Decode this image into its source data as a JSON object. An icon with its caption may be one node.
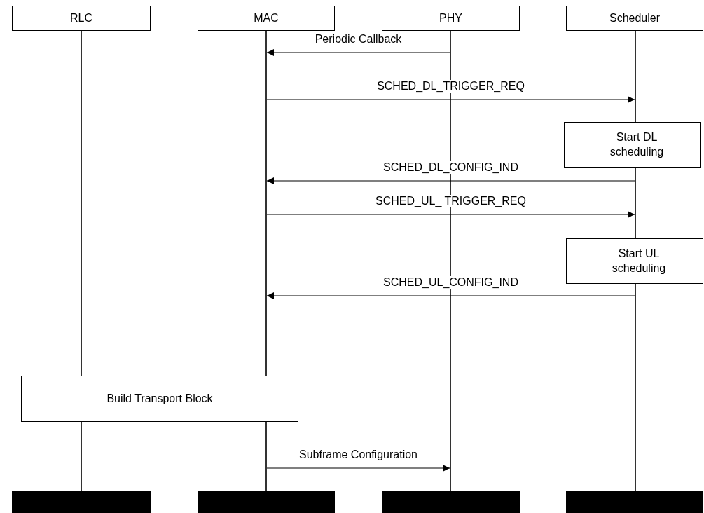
{
  "diagram": {
    "nodes": [
      {
        "text": [
          "RLC"
        ]
      },
      {
        "text": [
          "MAC"
        ]
      },
      {
        "text": [
          "PHY"
        ]
      },
      {
        "text": [
          "Scheduler"
        ]
      },
      {
        "text": [
          "Start DL scheduling"
        ]
      },
      {
        "text": [
          "Start UL scheduling"
        ]
      },
      {
        "text": [
          "Build Transport Block"
        ]
      },
      {
        "text": [],
        "shape": "bar"
      },
      {
        "text": [],
        "shape": "bar"
      },
      {
        "text": [],
        "shape": "bar"
      },
      {
        "text": [],
        "shape": "bar"
      },
      {
        "text": [],
        "shape": "line"
      },
      {
        "text": [],
        "shape": "line"
      },
      {
        "text": [],
        "shape": "line"
      },
      {
        "text": [],
        "shape": "line"
      }
    ],
    "edges": [
      {
        "from": 13,
        "to": 12,
        "arrow": "to",
        "label": "Periodic Callback"
      },
      {
        "from": 12,
        "to": 14,
        "arrow": "to",
        "label": "SCHED_DL_TRIGGER_REQ"
      },
      {
        "from": 14,
        "to": 12,
        "arrow": "to",
        "label": "SCHED_DL_CONFIG_IND"
      },
      {
        "from": 12,
        "to": 14,
        "arrow": "to",
        "label": "SCHED_UL_ TRIGGER_REQ"
      },
      {
        "from": 14,
        "to": 12,
        "arrow": "to",
        "label": "SCHED_UL_CONFIG_IND"
      },
      {
        "from": 12,
        "to": 13,
        "arrow": "to",
        "label": "Subframe Configuration"
      }
    ]
  }
}
